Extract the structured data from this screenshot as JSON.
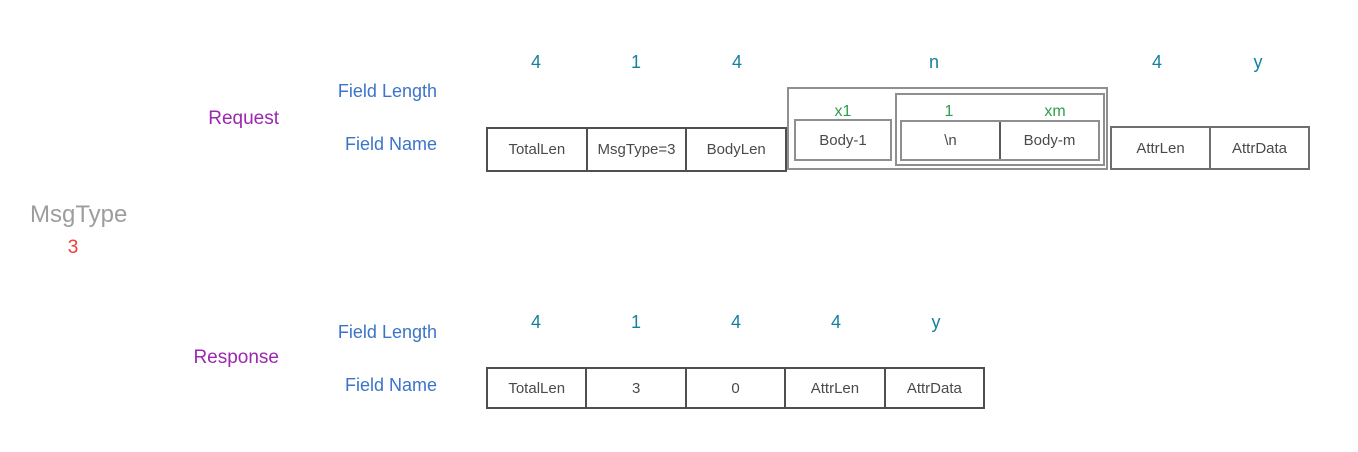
{
  "colors": {
    "length_number": "#17809e",
    "axis_label_blue": "#3b74c9",
    "section_purple": "#9c27b0",
    "value_red": "#ee3d36",
    "count_green": "#2f9e4b",
    "cell_text_gray": "#4a4a4a",
    "annotation_gray": "#9d9d9d"
  },
  "request": {
    "section_label": "Request",
    "field_length_label": "Field Length",
    "field_name_label": "Field Name",
    "lengths": {
      "totallen": "4",
      "msgtype": "1",
      "bodylen": "4",
      "body": "n",
      "attrlen": "4",
      "attrdata": "y"
    },
    "cells": {
      "totallen": "TotalLen",
      "msgtype": "MsgType=3",
      "bodylen": "BodyLen",
      "attrlen": "AttrLen",
      "attrdata": "AttrData"
    },
    "body_group": {
      "body1_count": "x1",
      "body1": "Body-1",
      "sep_count": "1",
      "sep": "\\n",
      "bodym_count": "xm",
      "bodym": "Body-m"
    }
  },
  "msgtype_annotation": {
    "label": "MsgType",
    "value": "3"
  },
  "response": {
    "section_label": "Response",
    "field_length_label": "Field Length",
    "field_name_label": "Field Name",
    "lengths": {
      "totallen": "4",
      "msgtype": "1",
      "bodylen": "4",
      "attrlen": "4",
      "attrdata": "y"
    },
    "cells": {
      "totallen": "TotalLen",
      "msgtype": "3",
      "bodylen": "0",
      "attrlen": "AttrLen",
      "attrdata": "AttrData"
    }
  }
}
